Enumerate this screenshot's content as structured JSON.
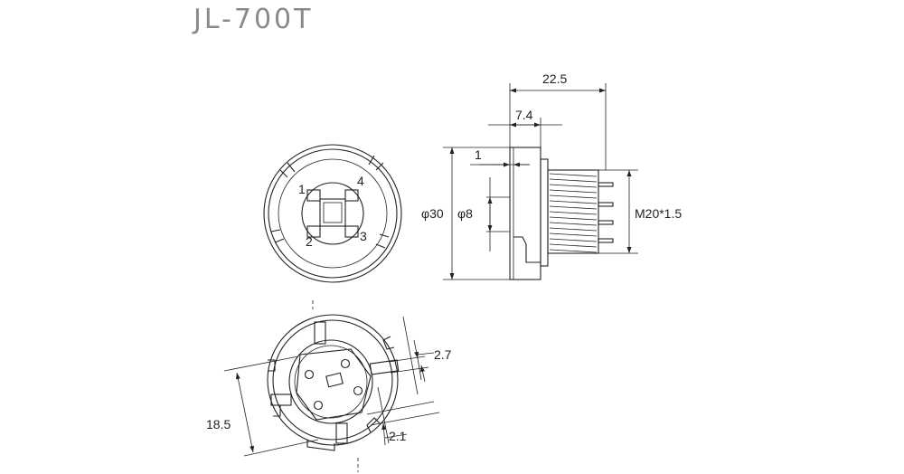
{
  "title": "JL-700T",
  "dimensions": {
    "length_total": "22.5",
    "flange_length": "7.4",
    "flange_step": "1",
    "outer_diameter": "φ30",
    "inner_diameter": "φ8",
    "thread": "M20*1.5",
    "pin_width": "2.7",
    "body_width": "18.5",
    "pin_offset": "2.1"
  },
  "pin_numbers": [
    "1",
    "4",
    "2",
    "3"
  ]
}
